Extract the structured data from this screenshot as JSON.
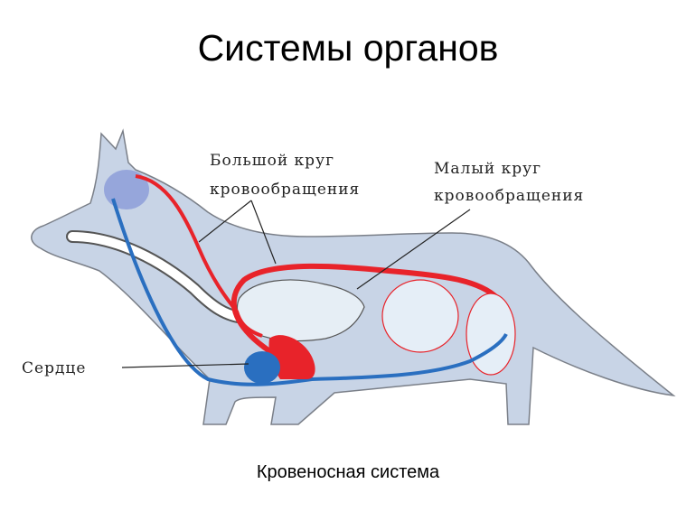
{
  "title": "Системы органов",
  "caption": "Кровеносная система",
  "labels": {
    "systemic_line1": "Большой круг",
    "systemic_line2": "кровообращения",
    "pulmonary_line1": "Малый круг",
    "pulmonary_line2": "кровообращения",
    "heart": "Сердце"
  },
  "colors": {
    "body": "#c8d4e6",
    "outline": "#7a7f88",
    "arterial": "#e8232a",
    "venous": "#2a6fc0",
    "capillary_mix": "#9a8ad0"
  }
}
